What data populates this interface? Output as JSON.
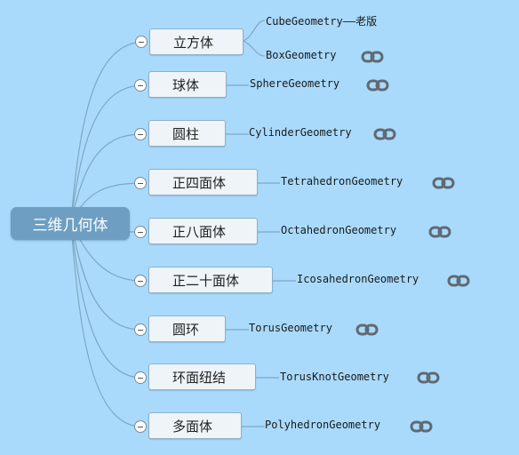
{
  "root": {
    "label": "三维几何体"
  },
  "topics": [
    {
      "label": "立方体",
      "children": [
        "CubeGeometry——老版",
        "BoxGeometry"
      ]
    },
    {
      "label": "球体",
      "children": [
        "SphereGeometry"
      ]
    },
    {
      "label": "圆柱",
      "children": [
        "CylinderGeometry"
      ]
    },
    {
      "label": "正四面体",
      "children": [
        "TetrahedronGeometry"
      ]
    },
    {
      "label": "正八面体",
      "children": [
        "OctahedronGeometry"
      ]
    },
    {
      "label": "正二十面体",
      "children": [
        "IcosahedronGeometry"
      ]
    },
    {
      "label": "圆环",
      "children": [
        "TorusGeometry"
      ]
    },
    {
      "label": "环面纽结",
      "children": [
        "TorusKnotGeometry"
      ]
    },
    {
      "label": "多面体",
      "children": [
        "PolyhedronGeometry"
      ]
    }
  ],
  "colors": {
    "background": "#a9dafc",
    "root": "#6e9fc3",
    "line": "#7fa7c2",
    "link_icon": "#5f6a73"
  },
  "icons": {
    "collapse": "minus-circle-icon",
    "link": "chain-link-icon"
  }
}
